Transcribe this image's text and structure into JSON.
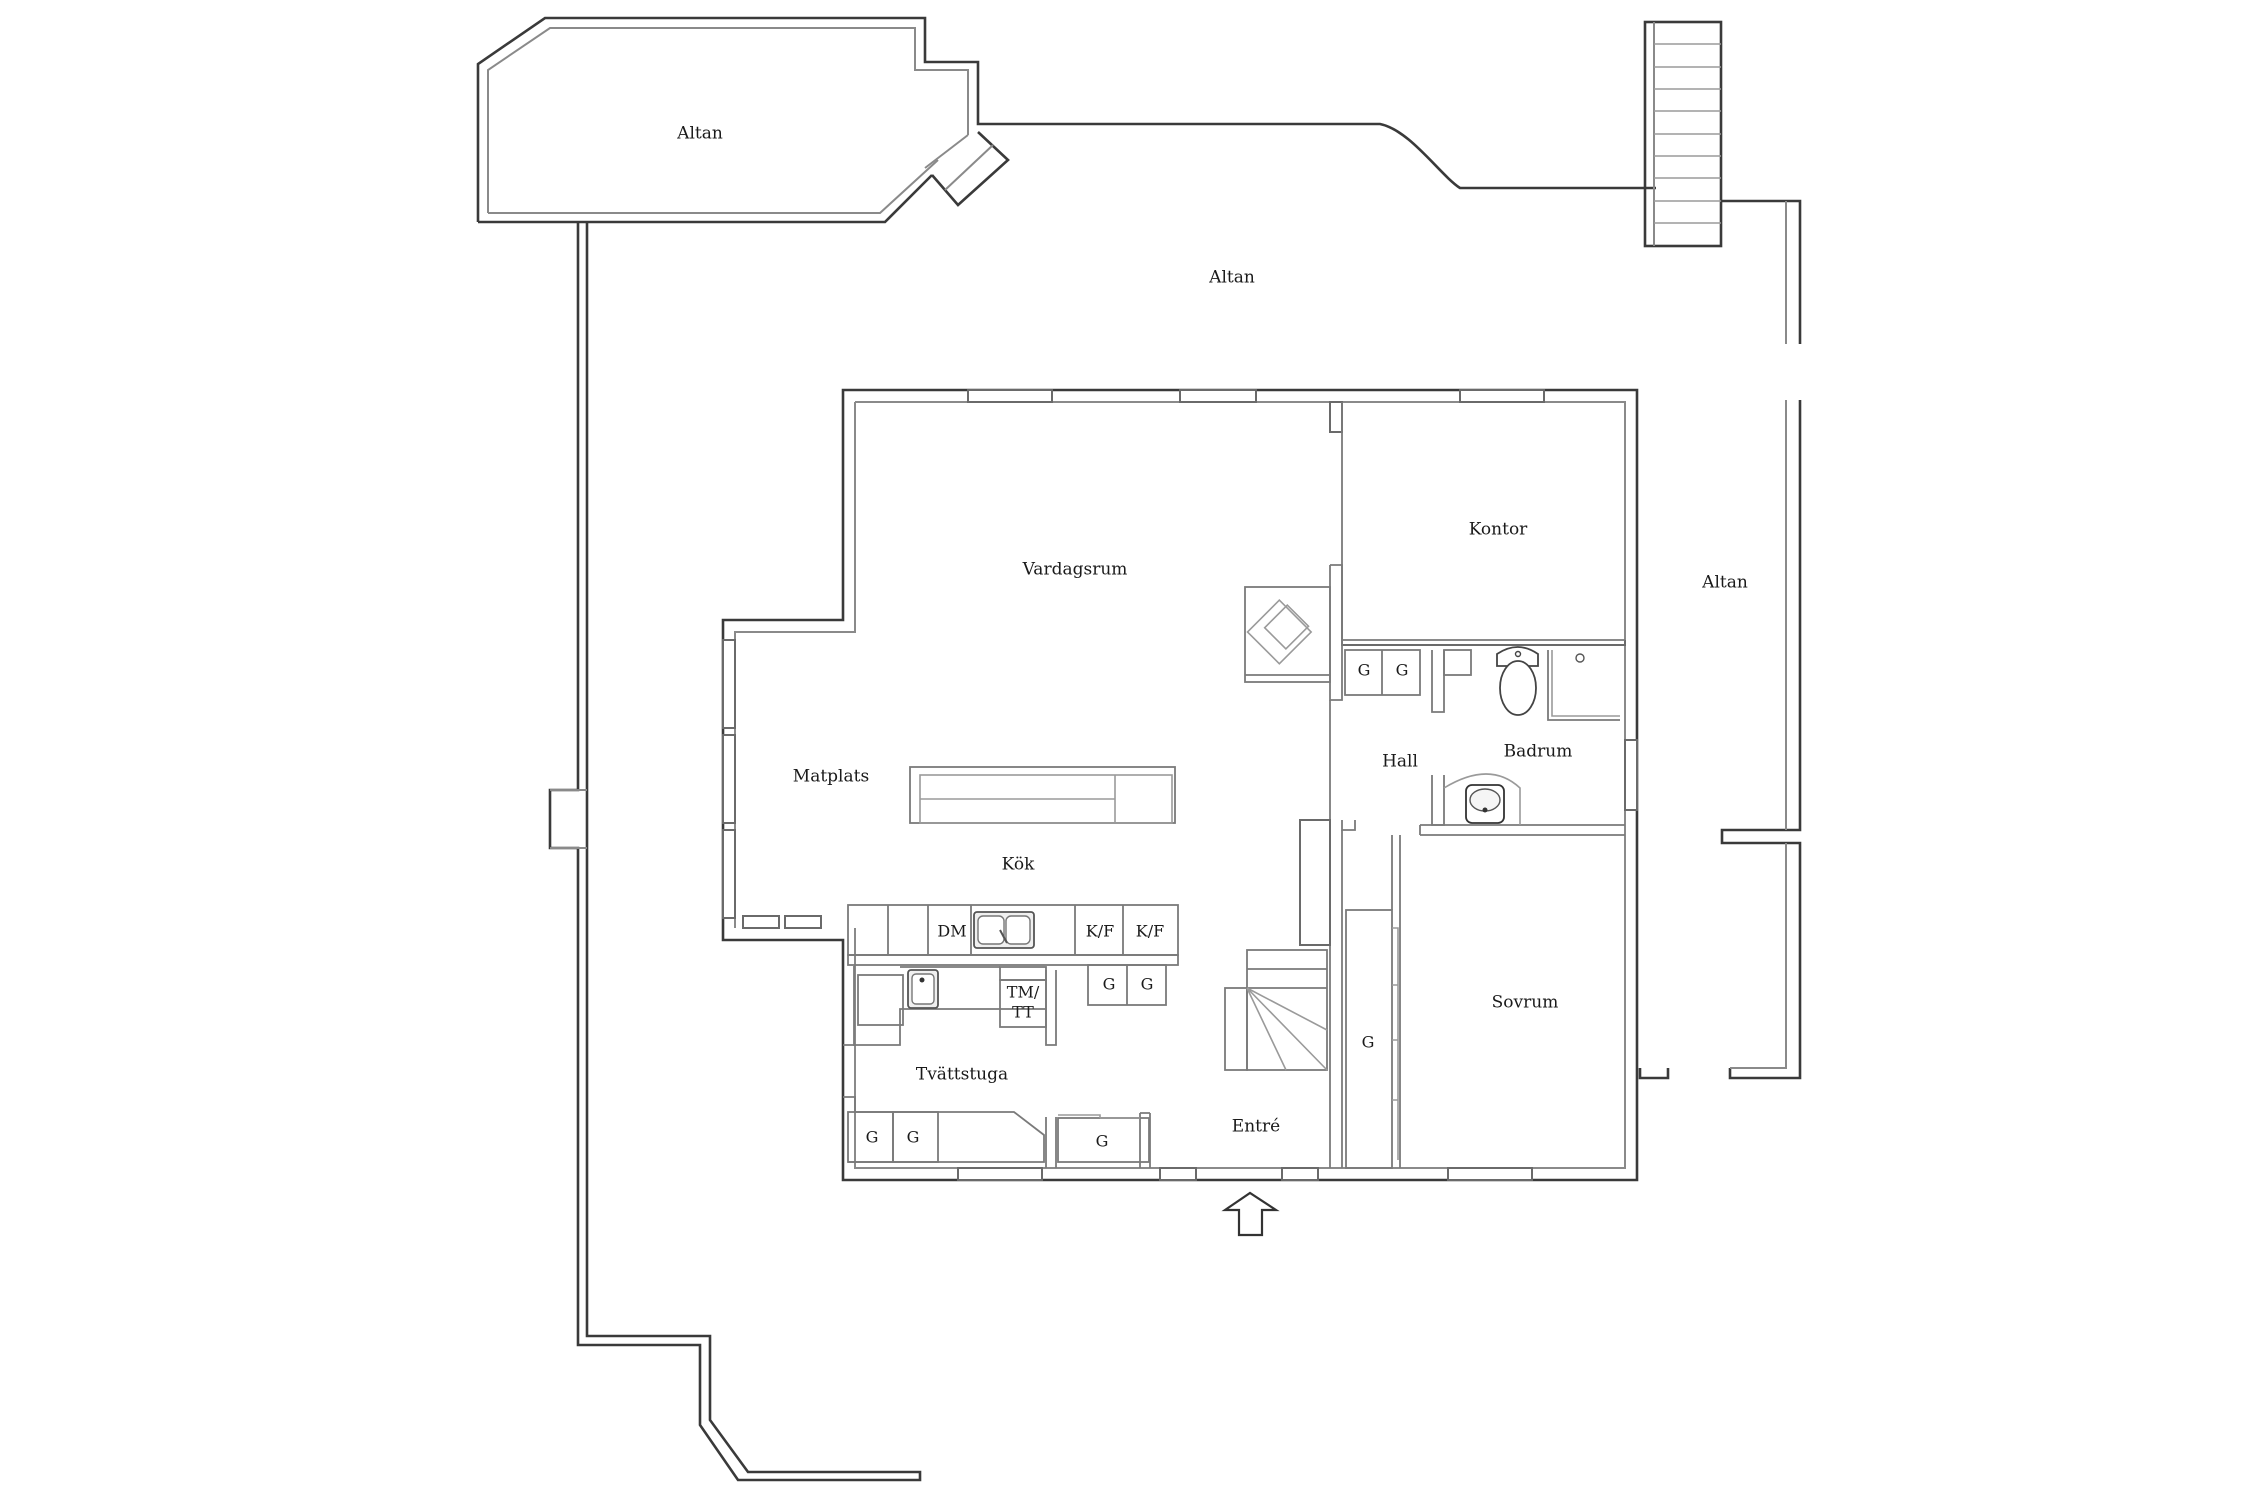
{
  "plan": {
    "rooms": {
      "altan_north_west": "Altan",
      "altan_north": "Altan",
      "altan_east": "Altan",
      "vardagsrum": "Vardagsrum",
      "kontor": "Kontor",
      "matplats": "Matplats",
      "kok": "Kök",
      "hall": "Hall",
      "badrum": "Badrum",
      "sovrum": "Sovrum",
      "tvattstuga": "Tvättstuga",
      "entre": "Entré"
    },
    "fixtures": {
      "dm": "DM",
      "kf1": "K/F",
      "kf2": "K/F",
      "tm_line1": "TM/",
      "tm_line2": "TT",
      "g_kitchen_1": "G",
      "g_kitchen_2": "G",
      "g_hall_1": "G",
      "g_hall_2": "G",
      "g_wardrobe": "G",
      "g_laundry_1": "G",
      "g_laundry_2": "G",
      "g_entre": "G"
    },
    "entrance_marker": "entrance-arrow"
  }
}
